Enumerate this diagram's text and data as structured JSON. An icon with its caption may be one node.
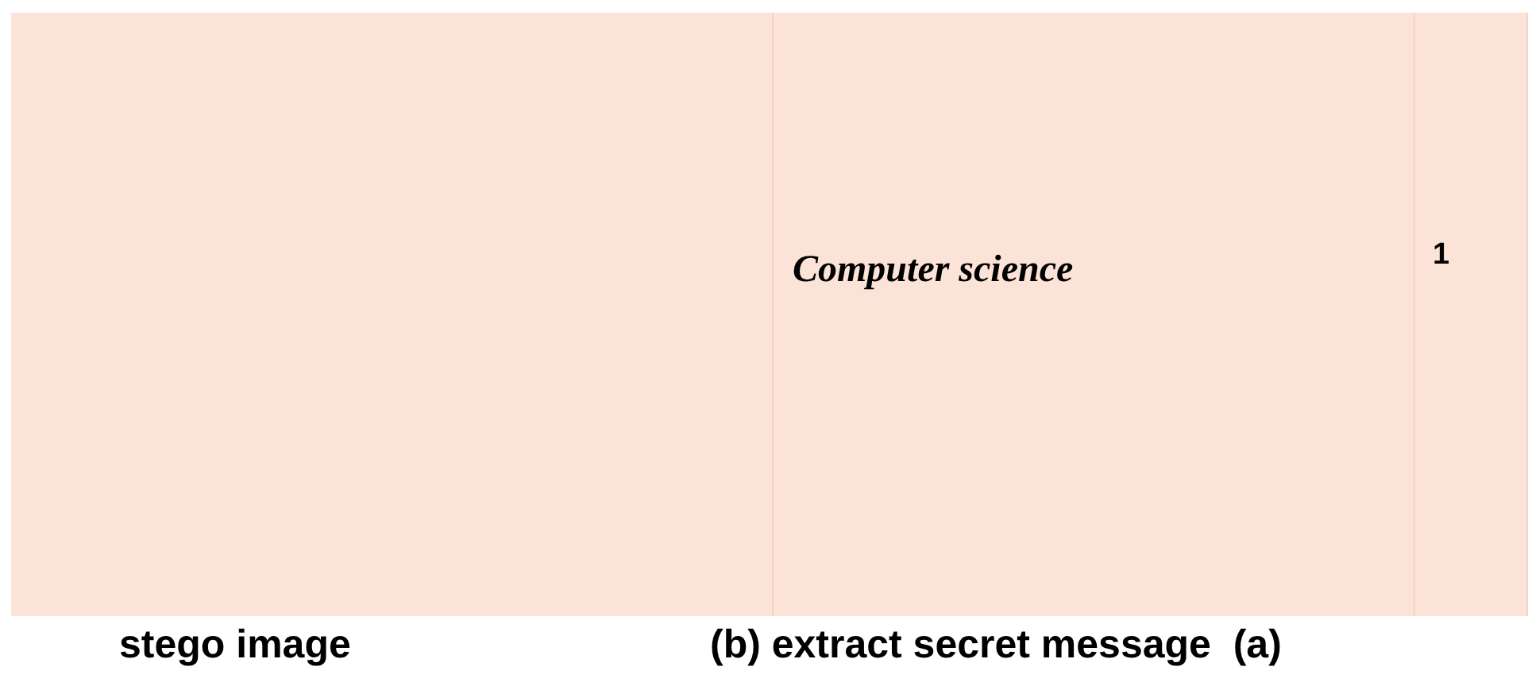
{
  "diagram": {
    "labels": [
      "Computer science",
      "1",
      "stego image",
      "(b) extract secret message  (a)"
    ]
  }
}
